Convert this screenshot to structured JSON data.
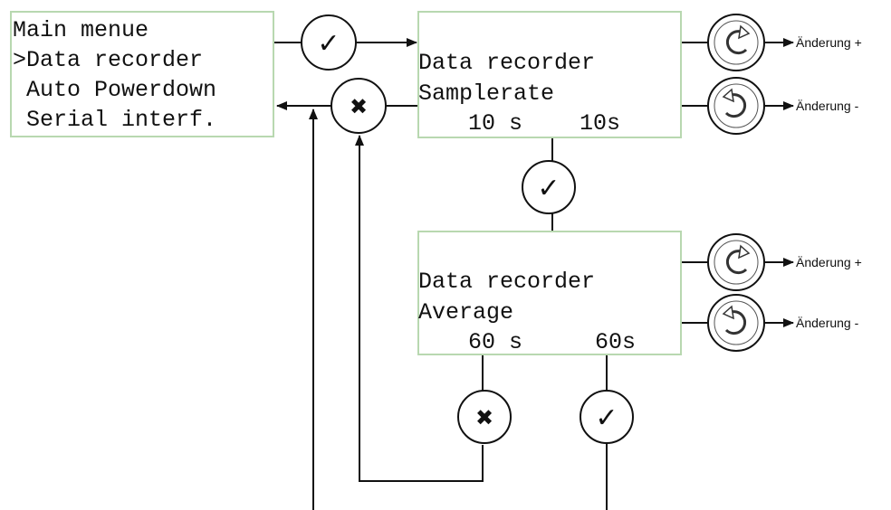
{
  "menu_box": {
    "lines": [
      "Main menue",
      ">Data recorder",
      " Auto Powerdown",
      " Serial interf."
    ]
  },
  "samplerate_box": {
    "line1": "Data recorder",
    "line2": "Samplerate",
    "value_left": "10 s",
    "value_right": "10s"
  },
  "average_box": {
    "line1": "Data recorder",
    "line2": "Average",
    "value_left": "60 s",
    "value_right": "60s"
  },
  "labels": {
    "change_plus": "Änderung +",
    "change_minus": "Änderung -"
  },
  "icons": {
    "confirm": "check-icon",
    "cancel": "cancel-icon",
    "rotate_cw": "rotate-clockwise-icon",
    "rotate_ccw": "rotate-counterclockwise-icon"
  }
}
